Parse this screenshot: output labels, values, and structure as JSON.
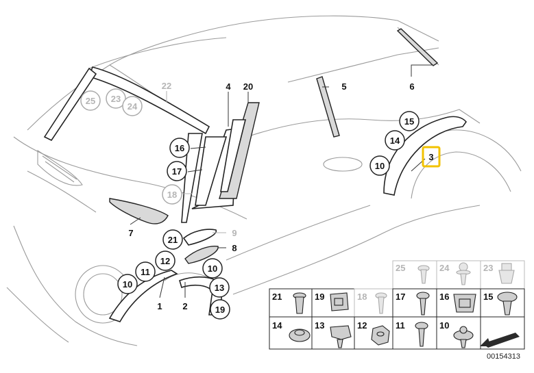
{
  "callouts": {
    "c1": "1",
    "c2": "2",
    "c3": "3",
    "c4": "4",
    "c5": "5",
    "c6": "6",
    "c7": "7",
    "c8": "8",
    "c9": "9",
    "c10a": "10",
    "c10b": "10",
    "c10c": "10",
    "c11": "11",
    "c12": "12",
    "c13": "13",
    "c14": "14",
    "c15": "15",
    "c16": "16",
    "c17": "17",
    "c18": "18",
    "c19": "19",
    "c20": "20",
    "c21": "21",
    "c22": "22",
    "c23": "23",
    "c24": "24",
    "c25": "25"
  },
  "highlighted_callout": "3",
  "highlight_color": "#f2c200",
  "faded_callouts": [
    "9",
    "18",
    "22",
    "23",
    "24",
    "25"
  ],
  "parts_table": {
    "row1": [
      "25",
      "24",
      "23"
    ],
    "row2": [
      "21",
      "19",
      "18",
      "17",
      "16",
      "15"
    ],
    "row3": [
      "14",
      "13",
      "12",
      "11",
      "10"
    ]
  },
  "parts_icons": {
    "25": "screw-icon",
    "24": "push-pin-icon",
    "23": "clip-icon",
    "21": "expanding-rivet-icon",
    "19": "square-clip-icon",
    "18": "screw-icon",
    "17": "screw-icon",
    "16": "grommet-nut-icon",
    "15": "expanding-rivet-icon",
    "14": "round-grommet-icon",
    "13": "clip-icon",
    "12": "hex-nut-icon",
    "11": "screw-icon",
    "10": "push-pin-icon"
  },
  "diagram_number": "00154313"
}
